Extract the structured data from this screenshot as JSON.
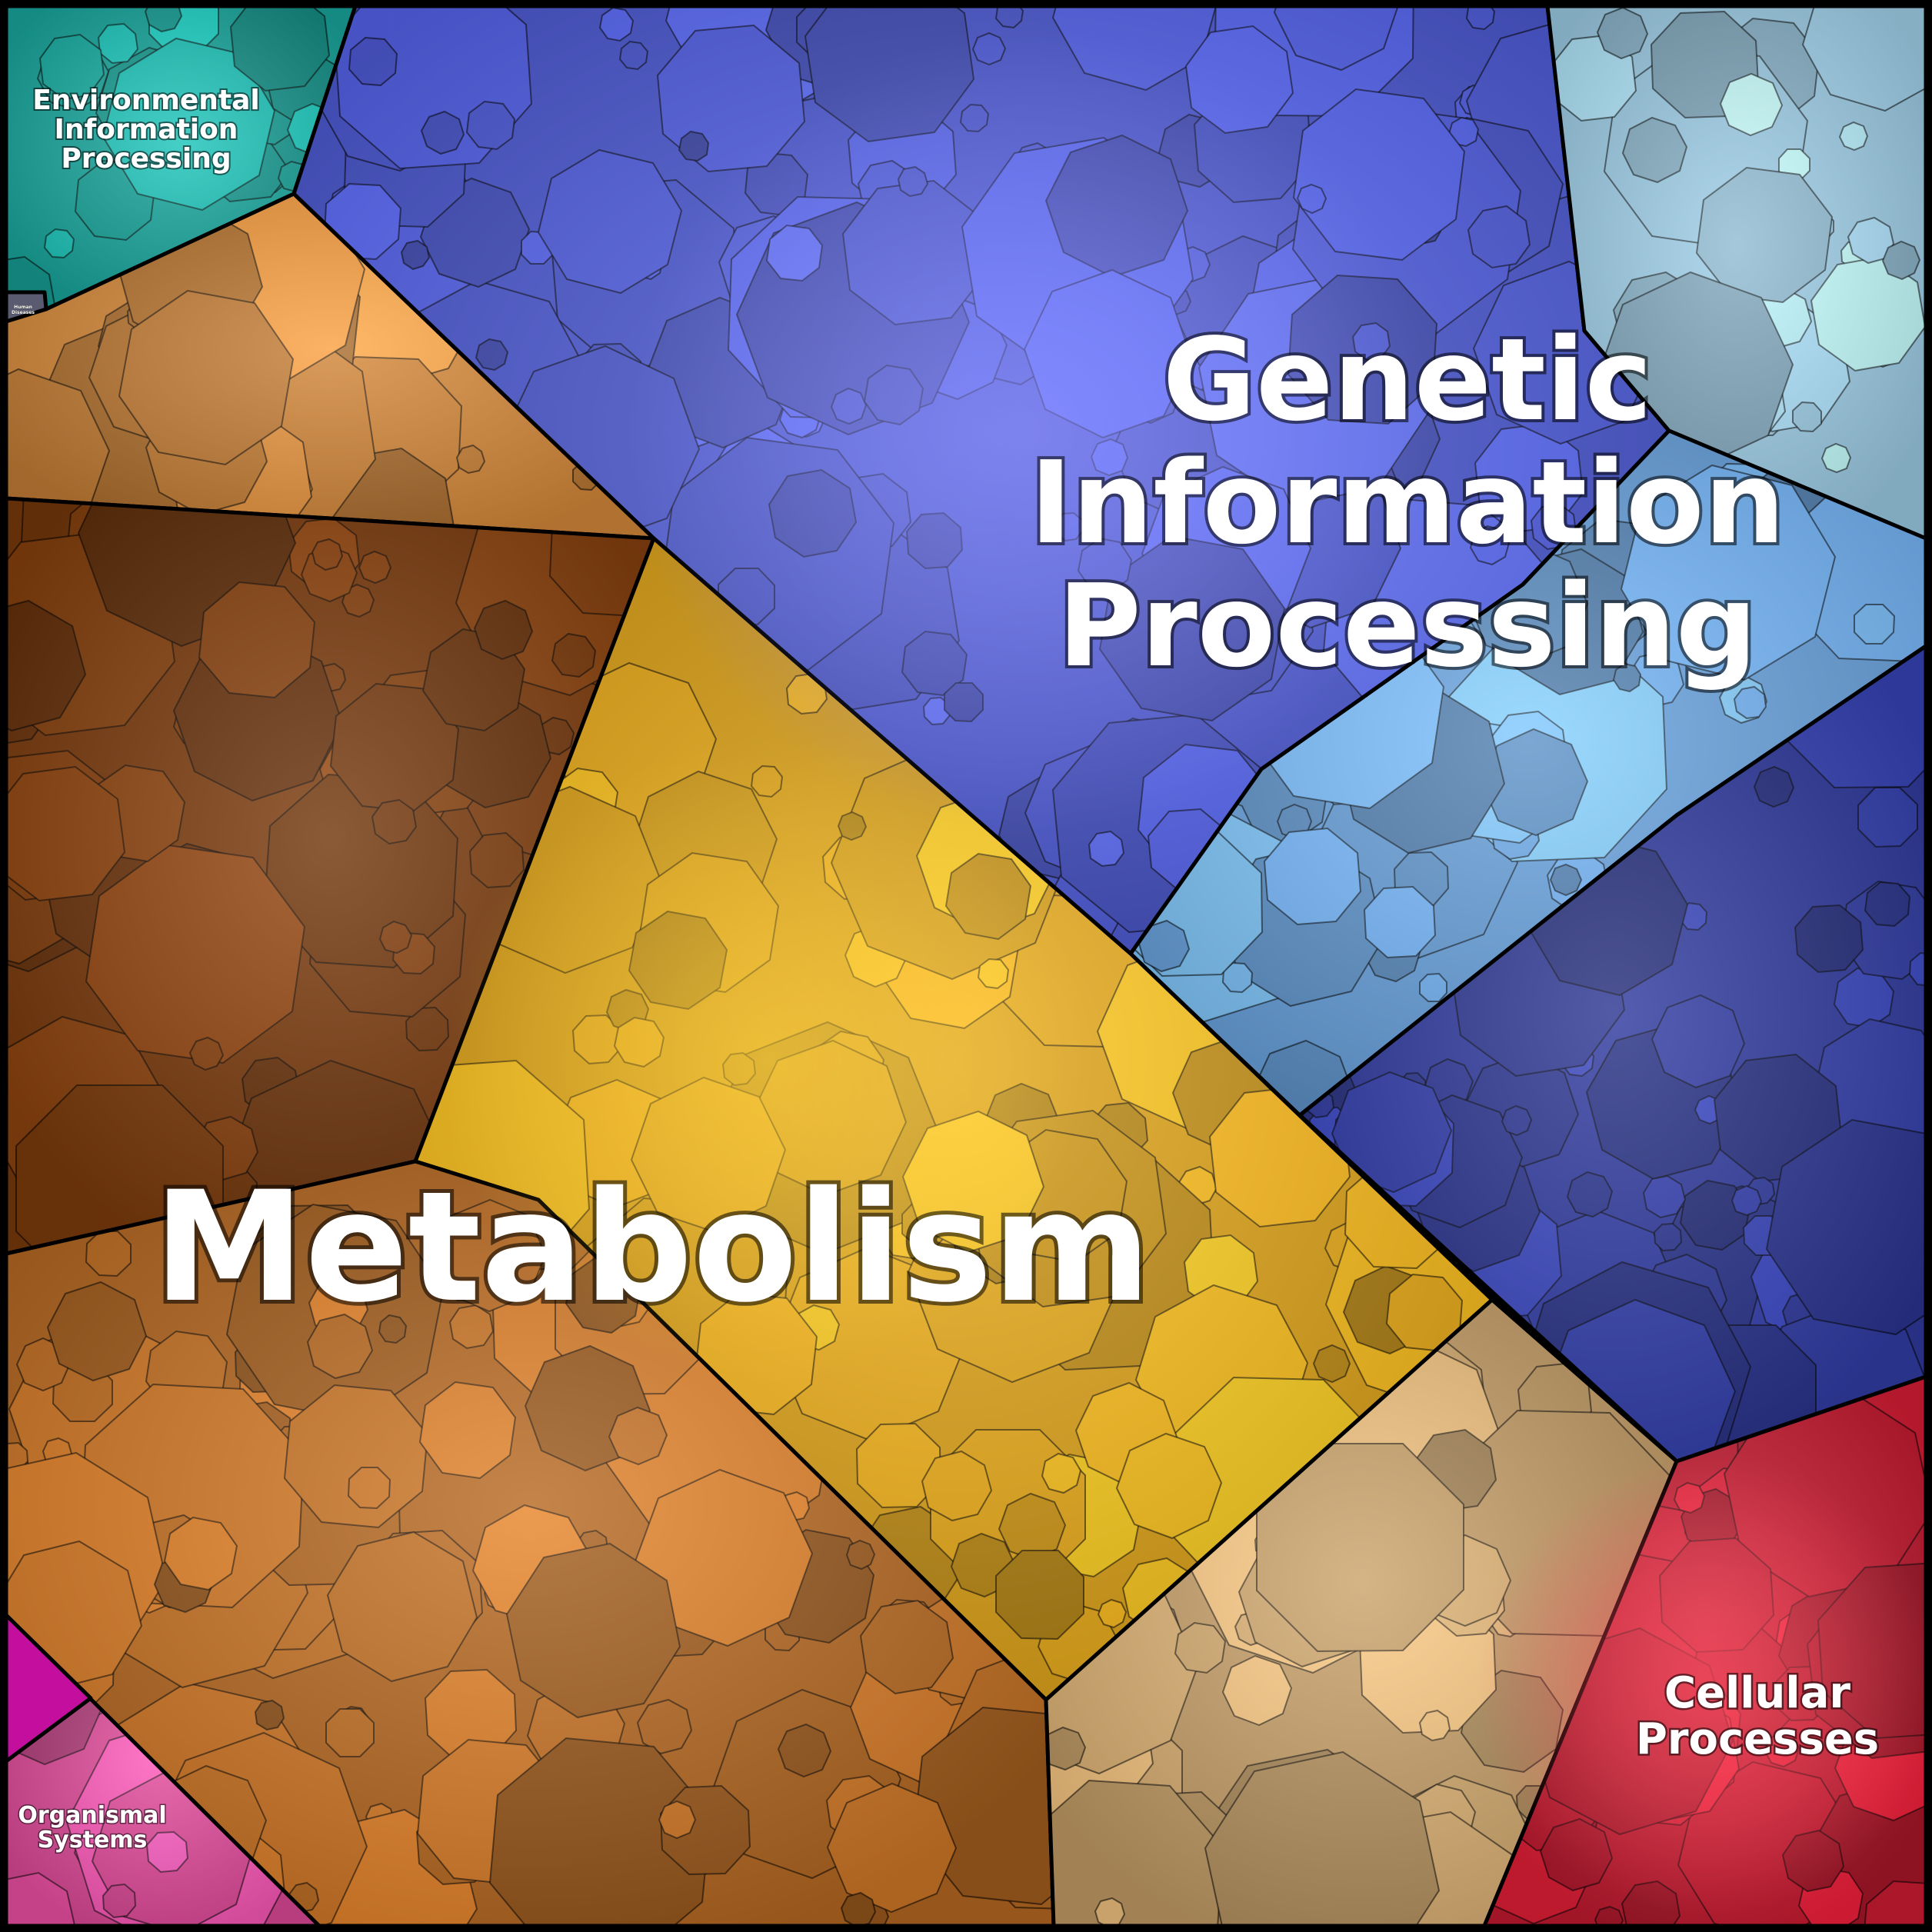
{
  "diagram": {
    "type": "voronoi-treemap",
    "regions": [
      {
        "key": "env",
        "label_lines": [
          "Environmental",
          "Information",
          "Processing"
        ],
        "color": "#1aa9a3"
      },
      {
        "key": "hum",
        "label_lines": [
          "Human",
          "Diseases"
        ],
        "color": "#5a5a70"
      },
      {
        "key": "gen",
        "label_lines": [
          "Genetic",
          "Information",
          "Processing"
        ],
        "color": "#4a55cc"
      },
      {
        "key": "met",
        "label_lines": [
          "Metabolism"
        ],
        "color": "#c9860f"
      },
      {
        "key": "cel",
        "label_lines": [
          "Cellular",
          "Processes"
        ],
        "color": "#c4203a"
      },
      {
        "key": "org",
        "label_lines": [
          "Organismal",
          "Systems"
        ],
        "color": "#c0348e"
      }
    ],
    "palette": {
      "metabolism_dark": "#7a3a0c",
      "metabolism_mid": "#b86a22",
      "metabolism_gold": "#e0a418",
      "metabolism_tan": "#c9a26a",
      "metabolism_orange": "#d88a3a",
      "genetic_blue": "#4e5bd6",
      "genetic_navy": "#2f3a9e",
      "genetic_sky": "#6aa4e0",
      "genetic_pale": "#9fcfe8",
      "cellular_red": "#c41a30",
      "organismal_magenta": "#c40e9e",
      "organismal_pink": "#e04a9a",
      "env_teal": "#18a89e",
      "border": "#000000"
    }
  }
}
